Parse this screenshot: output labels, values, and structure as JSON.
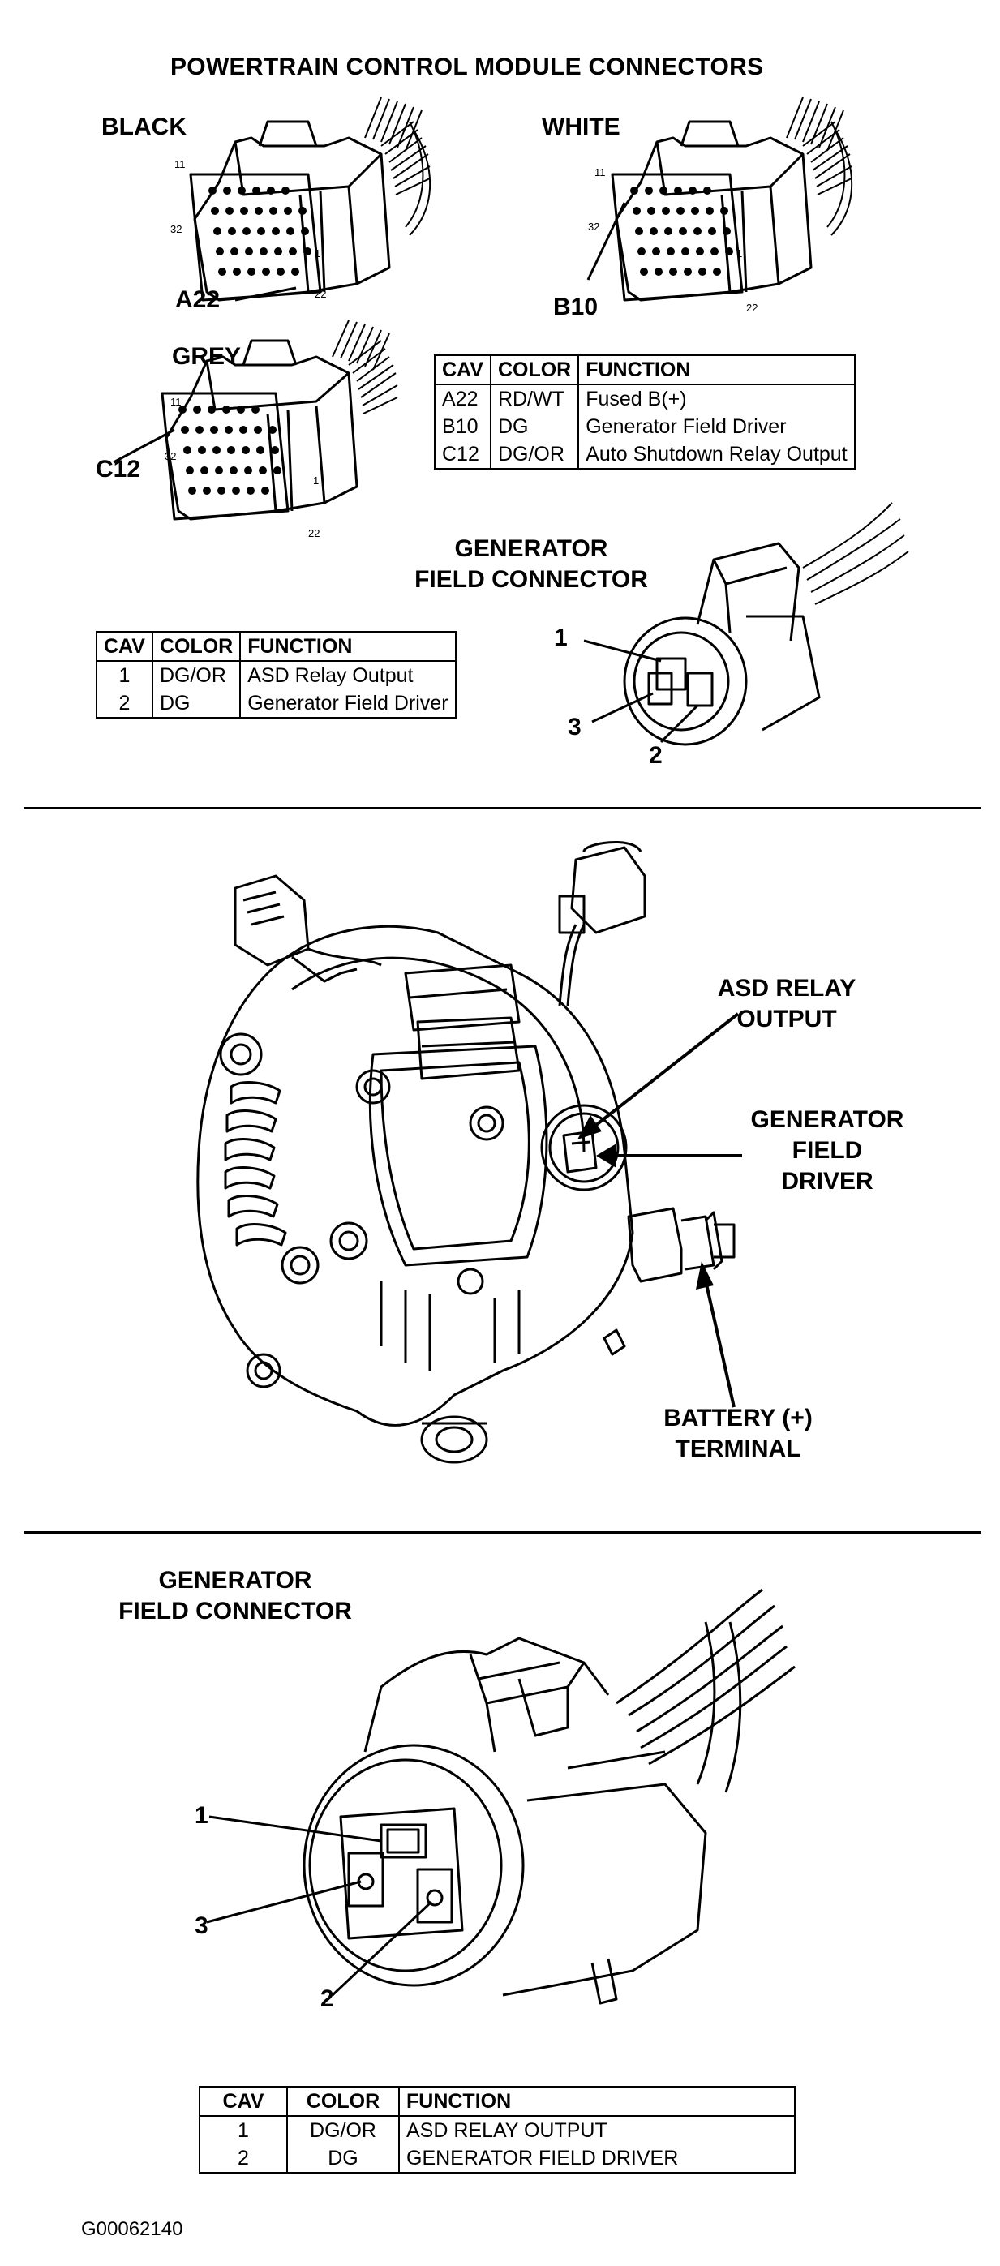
{
  "header": {
    "title": "POWERTRAIN CONTROL MODULE CONNECTORS"
  },
  "pcm_connectors": {
    "black": {
      "label": "BLACK",
      "pin_top": "11",
      "pin_mid": "32",
      "pin_right": "1",
      "pin_bottom": "22",
      "callout": "A22"
    },
    "white": {
      "label": "WHITE",
      "pin_top": "11",
      "pin_mid": "32",
      "pin_right": "1",
      "pin_bottom": "22",
      "callout": "B10"
    },
    "grey": {
      "label": "GREY",
      "pin_top": "11",
      "pin_mid": "32",
      "pin_right": "1",
      "pin_bottom": "22",
      "callout": "C12"
    }
  },
  "pcm_table": {
    "headers": [
      "CAV",
      "COLOR",
      "FUNCTION"
    ],
    "rows": [
      [
        "A22",
        "RD/WT",
        "Fused B(+)"
      ],
      [
        "B10",
        "DG",
        "Generator Field Driver"
      ],
      [
        "C12",
        "DG/OR",
        "Auto Shutdown Relay Output"
      ]
    ]
  },
  "gen_field_small": {
    "title_line1": "GENERATOR",
    "title_line2": "FIELD CONNECTOR",
    "pin1": "1",
    "pin2": "2",
    "pin3": "3",
    "table": {
      "headers": [
        "CAV",
        "COLOR",
        "FUNCTION"
      ],
      "rows": [
        [
          "1",
          "DG/OR",
          "ASD Relay Output"
        ],
        [
          "2",
          "DG",
          "Generator Field Driver"
        ]
      ]
    }
  },
  "generator": {
    "asd_line1": "ASD RELAY",
    "asd_line2": "OUTPUT",
    "gfd_line1": "GENERATOR",
    "gfd_line2": "FIELD",
    "gfd_line3": "DRIVER",
    "bat_line1": "BATTERY (+)",
    "bat_line2": "TERMINAL"
  },
  "gen_field_large": {
    "title_line1": "GENERATOR",
    "title_line2": "FIELD CONNECTOR",
    "pin1": "1",
    "pin2": "2",
    "pin3": "3",
    "table": {
      "headers": [
        "CAV",
        "COLOR",
        "FUNCTION"
      ],
      "rows": [
        [
          "1",
          "DG/OR",
          "ASD RELAY OUTPUT"
        ],
        [
          "2",
          "DG",
          "GENERATOR FIELD DRIVER"
        ]
      ]
    }
  },
  "figure_id": "G00062140",
  "colors": {
    "ink": "#000000",
    "paper": "#ffffff"
  }
}
